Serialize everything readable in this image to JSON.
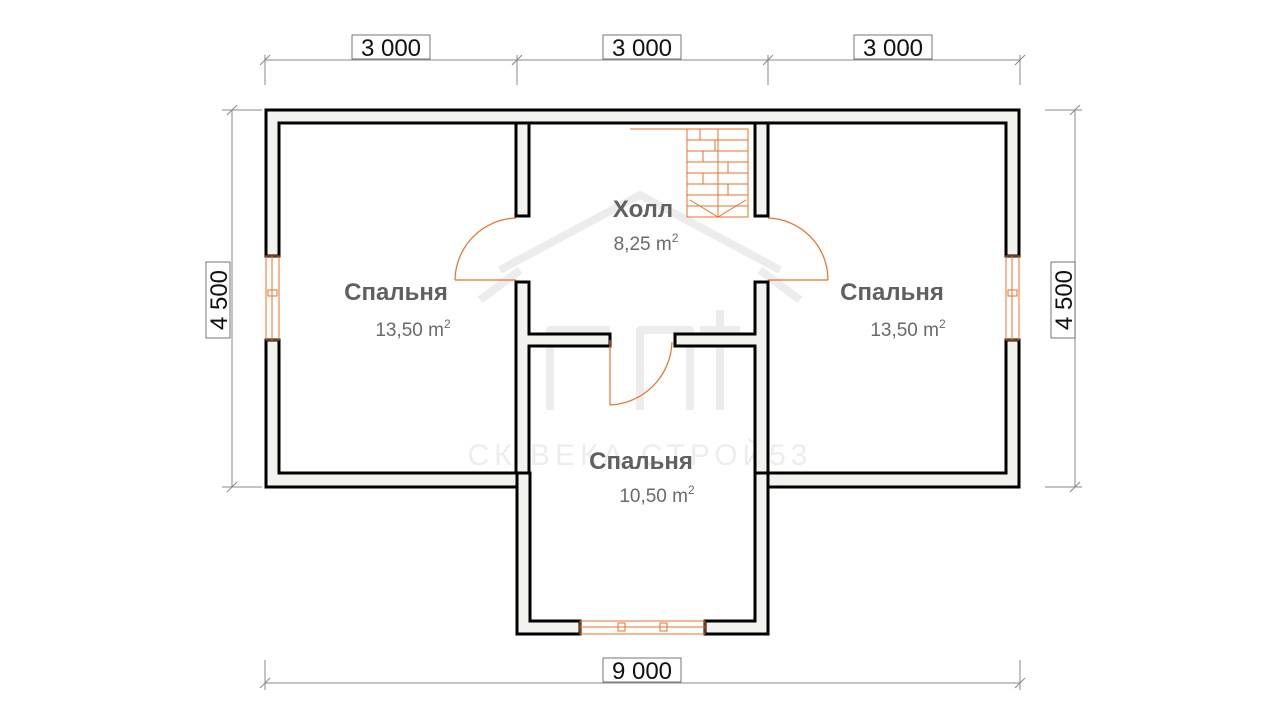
{
  "dimensions": {
    "top": [
      "3 000",
      "3 000",
      "3 000"
    ],
    "bottom": "9 000",
    "left": "4 500",
    "right": "4 500"
  },
  "rooms": [
    {
      "id": "bedroom-left",
      "name": "Спальня",
      "area": "13,50 m",
      "unit_sup": "2"
    },
    {
      "id": "hall",
      "name": "Холл",
      "area": "8,25 m",
      "unit_sup": "2"
    },
    {
      "id": "bedroom-right",
      "name": "Спальня",
      "area": "13,50 m",
      "unit_sup": "2"
    },
    {
      "id": "bedroom-bottom",
      "name": "Спальня",
      "area": "10,50 m",
      "unit_sup": "2"
    }
  ],
  "watermark": {
    "text": "СК ВЕКА СТРОЙ53"
  },
  "colors": {
    "wall_outline": "#000000",
    "wall_fill": "#f2f2ef",
    "door_window": "#e8722a",
    "dim_line": "#888888",
    "watermark": "#ededed"
  }
}
